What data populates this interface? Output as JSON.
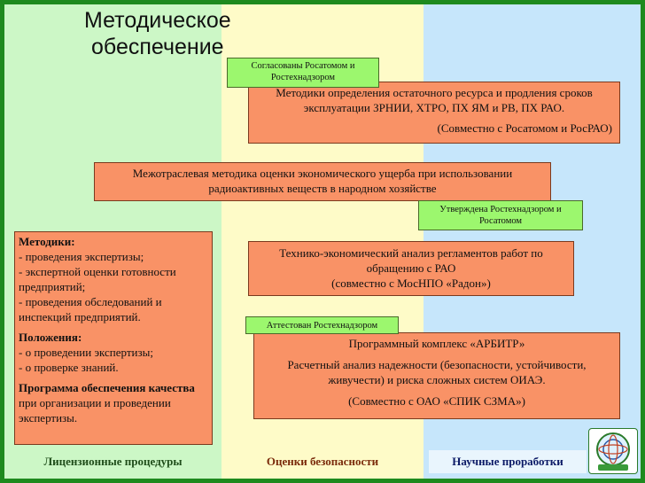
{
  "title": {
    "line1": "Методическое",
    "line2": "обеспечение"
  },
  "columns": {
    "colors": {
      "left": "#ccf7c6",
      "middle": "#fefbc8",
      "right": "#c6e6fb",
      "frame": "#1e8a1e"
    },
    "footer": {
      "left": "Лицензионные процедуры",
      "middle": "Оценки безопасности",
      "right": "Научные проработки"
    }
  },
  "badges": {
    "rosatom": "Согласованы Росатомом и Ростехнадзором",
    "approved": "Утверждена Ростехнадзором и Росатомом",
    "certified": "Аттестован Ростехнадзором"
  },
  "boxes": {
    "resource": {
      "line1": "Методики определения остаточного ресурса и продления сроков эксплуатации ЗРНИИ, ХТРО, ПХ ЯМ и РВ, ПХ РАО.",
      "line2": "(Совместно с Росатомом и РосРАО)"
    },
    "damage": {
      "text": "Межотраслевая методика оценки экономического ущерба при использовании радиоактивных веществ в народном хозяйстве"
    },
    "analysis": {
      "line1": "Технико-экономический анализ регламентов работ по обращению с РАО",
      "line2": "(совместно с МосНПО «Радон»)"
    },
    "arbitr": {
      "line1": "Программный комплекс «АРБИТР»",
      "line2": "Расчетный анализ надежности (безопасности, устойчивости, живучести) и риска сложных систем ОИАЭ.",
      "line3": "(Совместно с ОАО «СПИК СЗМА»)"
    },
    "left": {
      "methods_heading": "Методики:",
      "methods": [
        "- проведения экспертизы;",
        "- экспертной оценки готовности предприятий;",
        "- проведения обследований и инспекций предприятий."
      ],
      "regs_heading": "Положения:",
      "regs": [
        "- о проведении экспертизы;",
        "- о проверке знаний."
      ],
      "program_heading": "Программа обеспечения качества",
      "program_tail": " при организации и проведении экспертизы."
    }
  }
}
